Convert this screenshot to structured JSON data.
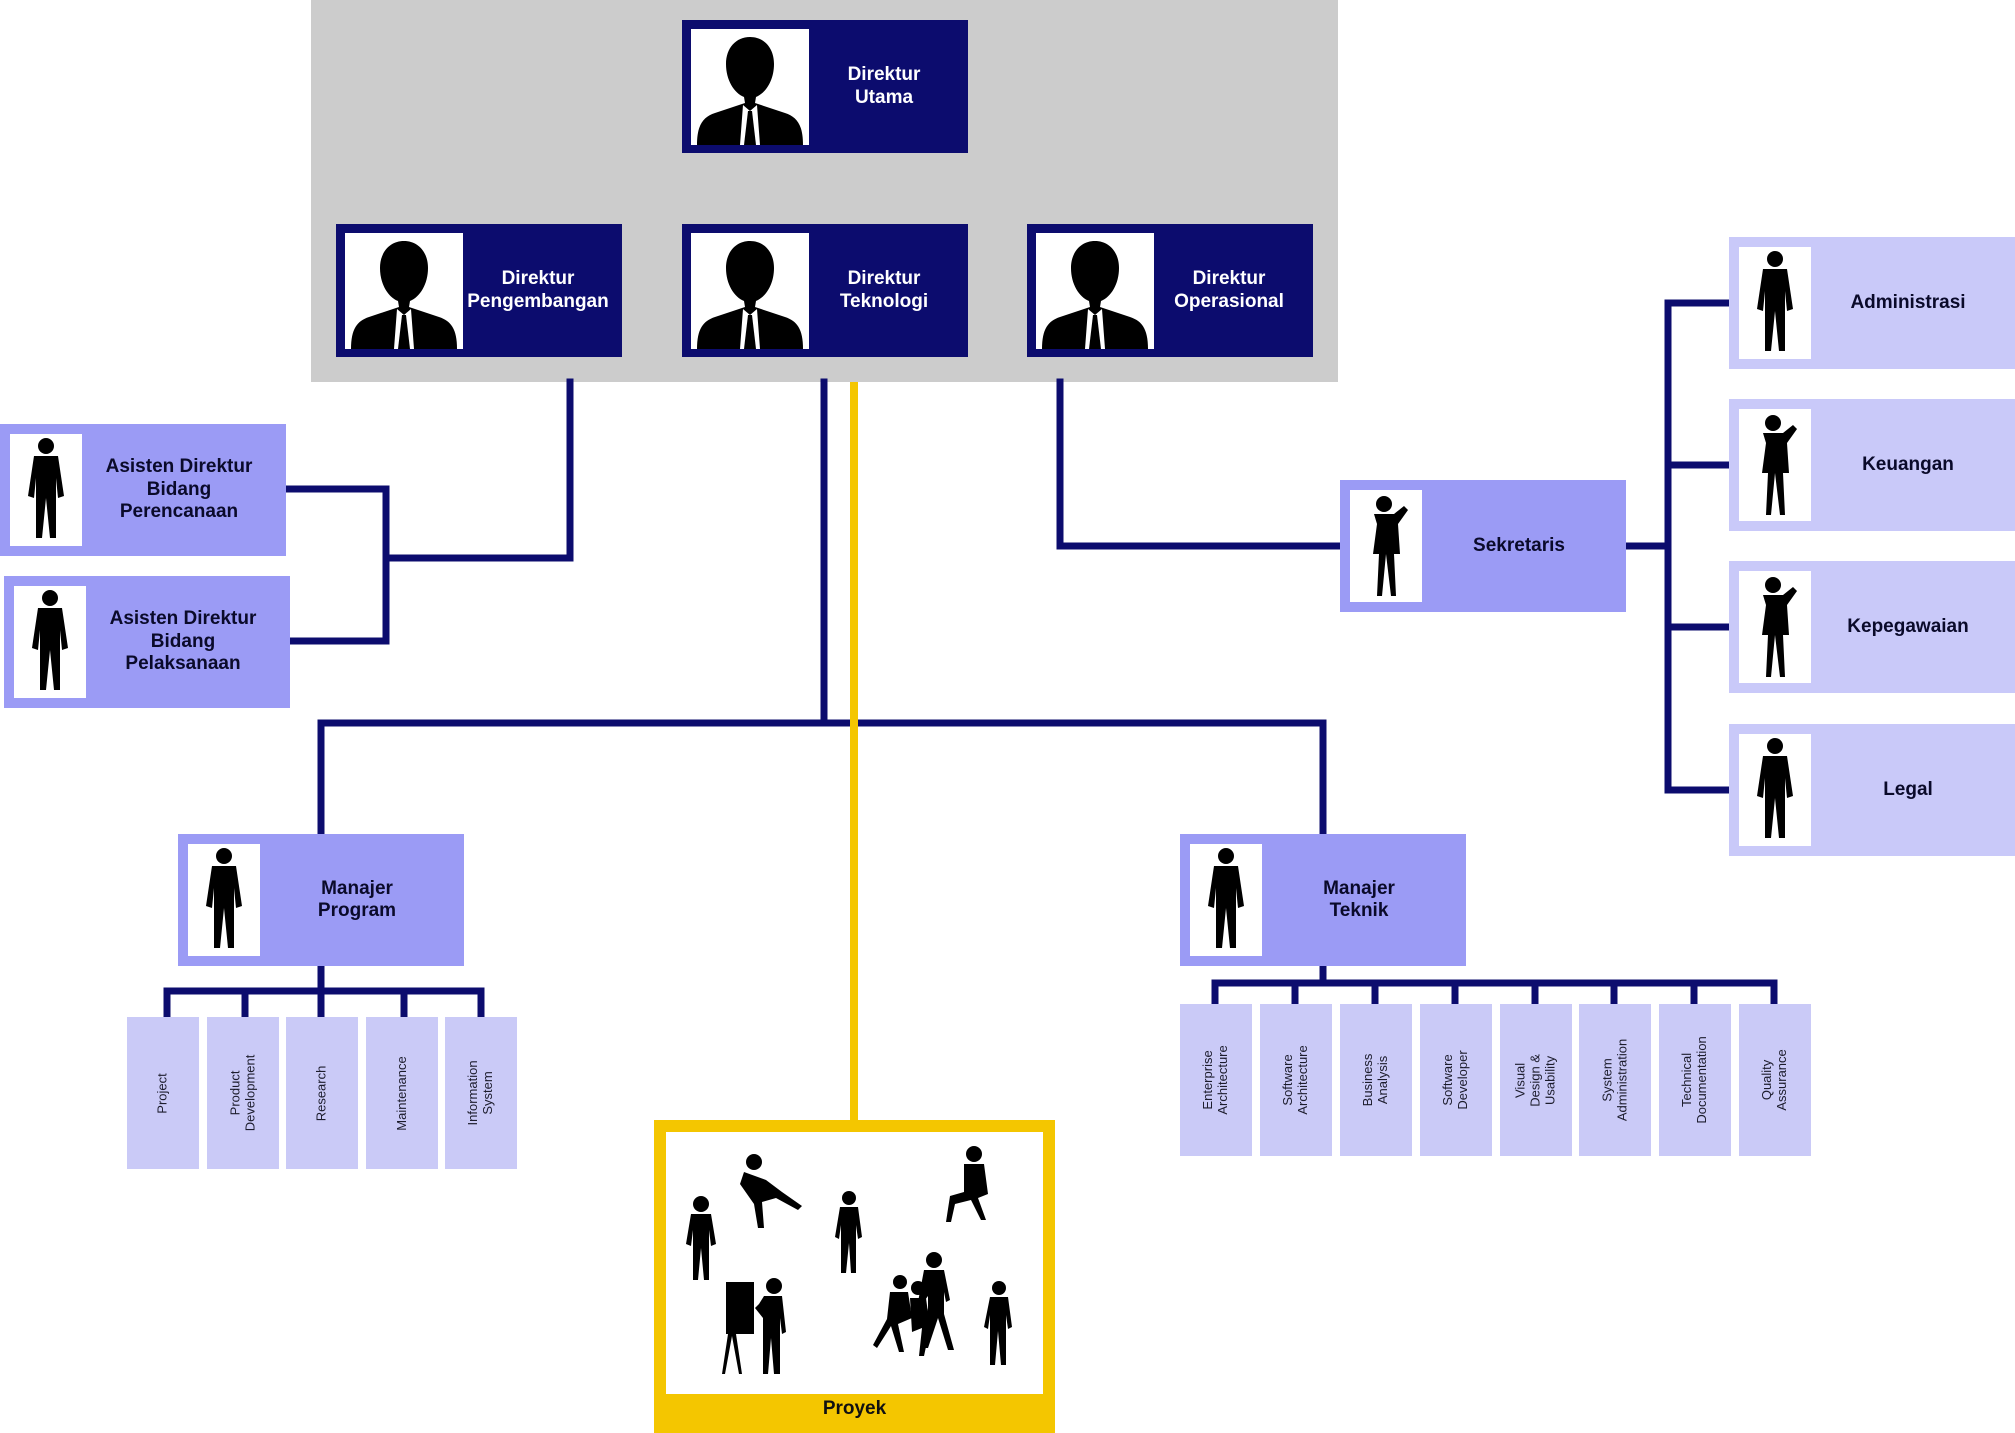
{
  "colors": {
    "navy": "#0c0c6e",
    "medium_purple": "#9b9bf5",
    "light_purple": "#c9c9f9",
    "grey_band": "#cccccc",
    "gold": "#f4c600"
  },
  "directors": {
    "utama": "Direktur\nUtama",
    "pengembangan": "Direktur\nPengembangan",
    "teknologi": "Direktur\nTeknologi",
    "operasional": "Direktur\nOperasional"
  },
  "assistants": {
    "perencanaan": "Asisten Direktur\nBidang\nPerencanaan",
    "pelaksanaan": "Asisten Direktur\nBidang\nPelaksanaan"
  },
  "secretary": "Sekretaris",
  "secretary_units": [
    "Administrasi",
    "Keuangan",
    "Kepegawaian",
    "Legal"
  ],
  "managers": {
    "program": "Manajer\nProgram",
    "teknik": "Manajer\nTeknik"
  },
  "program_units": [
    "Project",
    "Product\nDevelopment",
    "Research",
    "Maintenance",
    "Information\nSystem"
  ],
  "teknik_units": [
    "Enterprise\nArchitecture",
    "Software\nArchitecture",
    "Business\nAnalysis",
    "Software\nDeveloper",
    "Visual Design &\nUsability",
    "System\nAdministration",
    "Technical\nDocumentation",
    "Quality\nAssurance"
  ],
  "project_box": "Proyek"
}
